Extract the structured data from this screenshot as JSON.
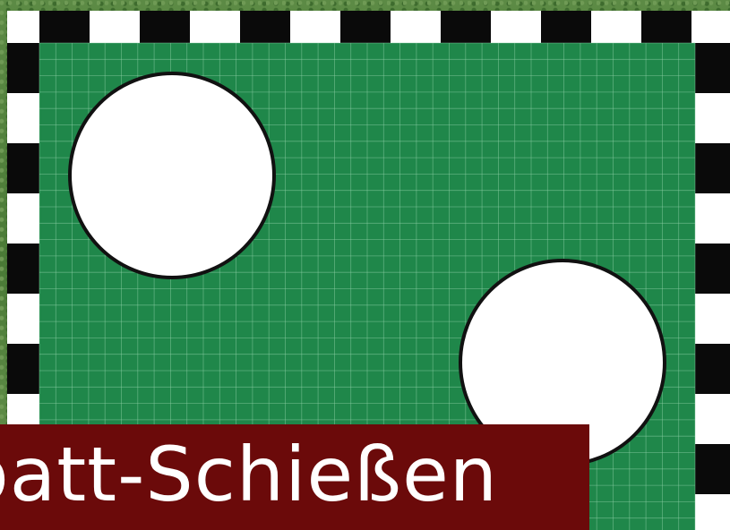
{
  "game": {
    "title": "batt-Schießen"
  },
  "colors": {
    "field": "#1f874a",
    "grid_line": "#8fd1a8",
    "border_black": "#0a0a0a",
    "border_white": "#ffffff",
    "target_fill": "#ffffff",
    "target_stroke": "#111111",
    "banner": "#6b0a0a"
  },
  "pieces": [
    {
      "name": "target-circle-upper-left",
      "shape": "circle"
    },
    {
      "name": "target-circle-lower-right",
      "shape": "circle"
    }
  ]
}
